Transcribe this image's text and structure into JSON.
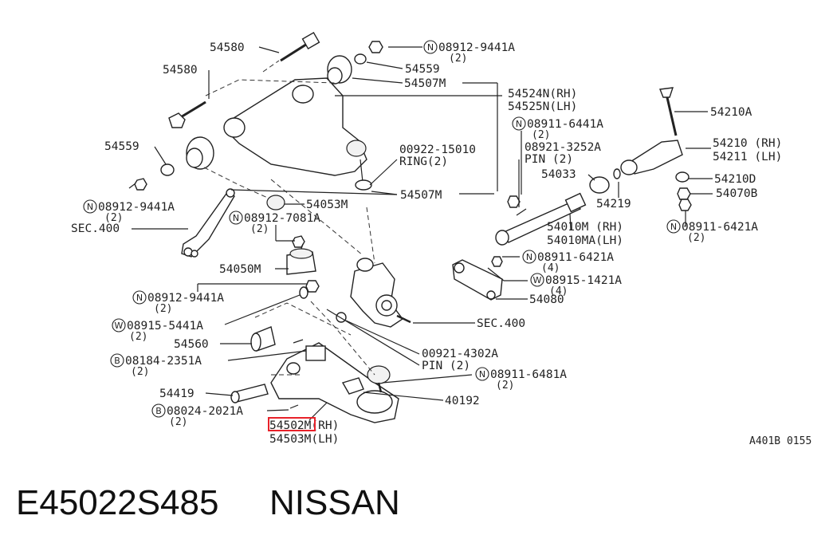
{
  "labels": {
    "p54580a": "54580",
    "p54580b": "54580",
    "p08912_9441A_top": "08912-9441A",
    "p08912_9441A_top_qty": "(2)",
    "p54559a": "54559",
    "p54507M_top": "54507M",
    "p54524N": "54524N(RH)",
    "p54525N": "54525N(LH)",
    "p54559b": "54559",
    "p08912_9441A_left": "08912-9441A",
    "p08912_9441A_left_qty": "(2)",
    "sec400_left": "SEC.400",
    "p00922": "00922-15010",
    "ring": "RING(2)",
    "p54507M_bot": "54507M",
    "p54053M": "54053M",
    "p08912_7081A": "08912-7081A",
    "p08912_7081A_qty": "(2)",
    "p54050M": "54050M",
    "p08912_9441A_mid": "08912-9441A",
    "p08912_9441A_mid_qty": "(2)",
    "p08915_5441A": "08915-5441A",
    "p08915_5441A_qty": "(2)",
    "p54560": "54560",
    "p08184": "08184-2351A",
    "p08184_qty": "(2)",
    "p54419": "54419",
    "p08024": "08024-2021A",
    "p08024_qty": "(2)",
    "p54502M": "54502M(RH)",
    "p54503M": "54503M(LH)",
    "p08911_6441A": "08911-6441A",
    "p08911_6441A_qty": "(2)",
    "p08921": "08921-3252A",
    "pin2a": "PIN (2)",
    "p54033": "54033",
    "p54219": "54219",
    "p54010M": "54010M  (RH)",
    "p54010MA": "54010MA(LH)",
    "p54210A": "54210A",
    "p54210": "54210 (RH)",
    "p54211": "54211 (LH)",
    "p54210D": "54210D",
    "p54070B": "54070B",
    "p08911_6421A_r": "08911-6421A",
    "p08911_6421A_r_qty": "(2)",
    "p08911_6421A_m": "08911-6421A",
    "p08911_6421A_m_qty": "(4)",
    "p08915_1421A": "08915-1421A",
    "p08915_1421A_qty": "(4)",
    "p54080": "54080",
    "sec400_right": "SEC.400",
    "p00921": "00921-4302A",
    "pin2b": "PIN (2)",
    "p08911_6481A": "08911-6481A",
    "p08911_6481A_qty": "(2)",
    "p40192": "40192",
    "ref_code": "A401B 0155"
  },
  "badges": {
    "n": "N",
    "w": "W",
    "b": "B"
  },
  "caption": {
    "part_number": "E45022S485",
    "brand": "NISSAN"
  },
  "highlight_color": "#e8222a"
}
